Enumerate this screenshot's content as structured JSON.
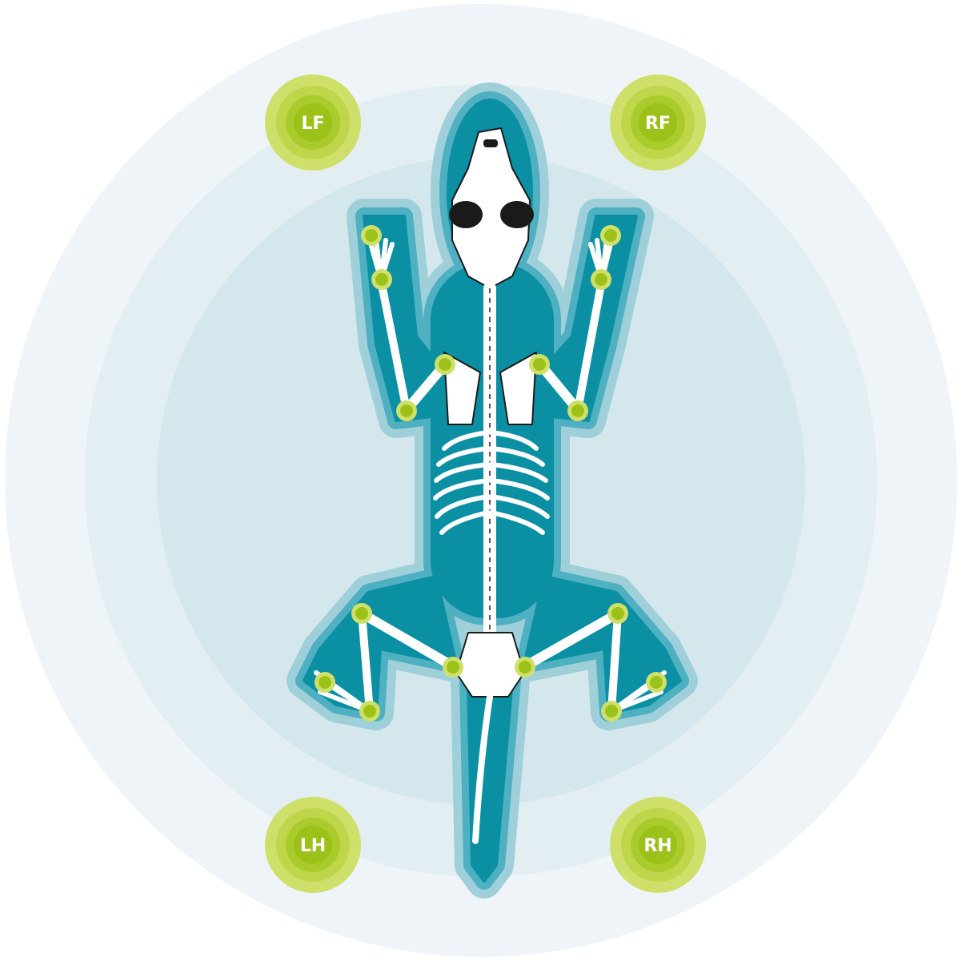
{
  "badges": {
    "left_fore": "LF",
    "right_fore": "RF",
    "left_hind": "LH",
    "right_hind": "RH"
  },
  "colors": {
    "ring_outer": "#eef4f8",
    "ring_middle": "#e2eef2",
    "ring_inner": "#d4e7ec",
    "body_glow_outer": "#9fd0da",
    "body_glow_mid": "#4fb0c2",
    "body": "#0b8fa3",
    "bone": "#ffffff",
    "bone_outline": "#1a1a1a",
    "marker_outer": "#cfe06a",
    "marker_mid": "#b9d23a",
    "marker_inner": "#9cc21a"
  }
}
